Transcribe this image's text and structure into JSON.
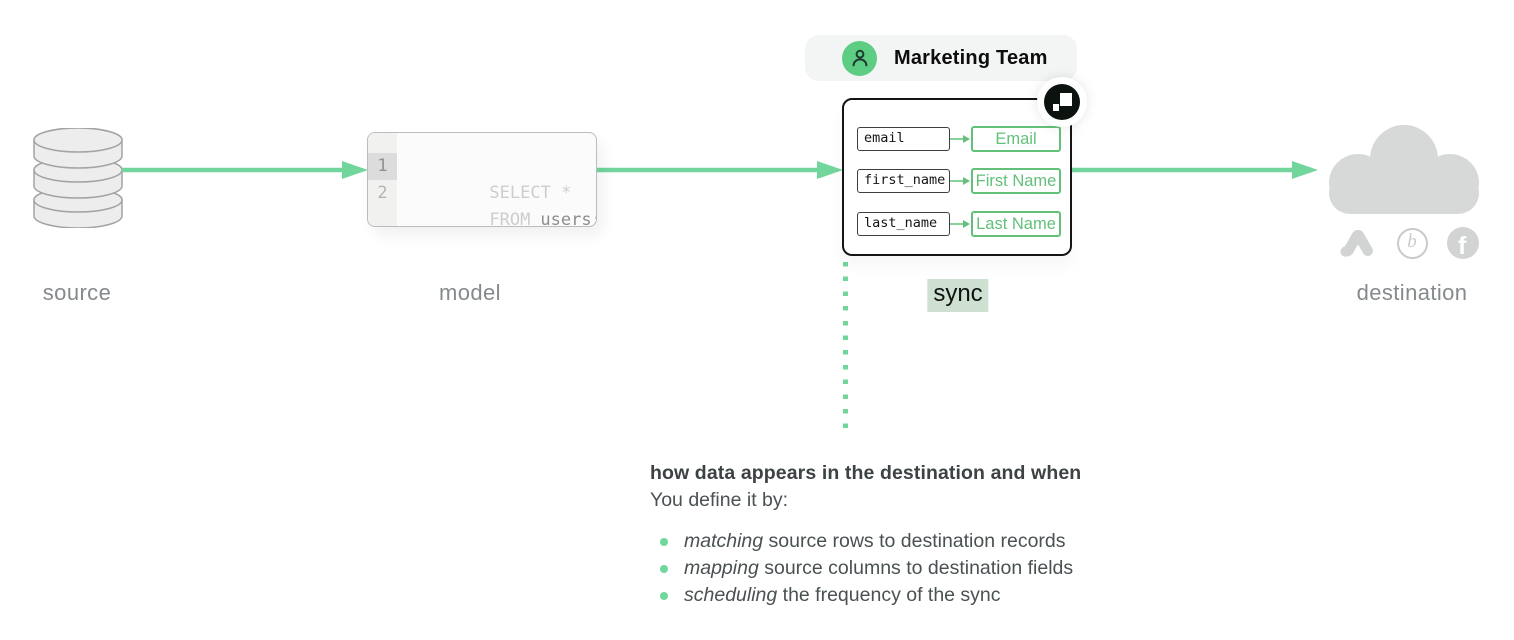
{
  "labels": {
    "source": "source",
    "model": "model",
    "sync": "sync",
    "destination": "destination"
  },
  "model_editor": {
    "lines": [
      {
        "number": "1",
        "code": "SELECT *"
      },
      {
        "number": "2",
        "keyword": "FROM",
        "code": "users;"
      }
    ]
  },
  "team_badge": {
    "label": "Marketing Team"
  },
  "sync_card": {
    "mappings": [
      {
        "source_field": "email",
        "destination_field": "Email"
      },
      {
        "source_field": "first_name",
        "destination_field": "First Name"
      },
      {
        "source_field": "last_name",
        "destination_field": "Last Name"
      }
    ]
  },
  "destination_icons": {
    "braze_glyph": "b",
    "facebook_glyph": "f"
  },
  "description": {
    "heading": "how data appears in the destination and when",
    "intro": "You define it by:",
    "bullets": [
      {
        "term": "matching",
        "rest": " source rows to destination records"
      },
      {
        "term": "mapping",
        "rest": " source columns to destination fields"
      },
      {
        "term": "scheduling",
        "rest": " the frequency of the sync"
      }
    ]
  },
  "colors": {
    "arrow_green": "#72d69c",
    "mapping_green": "#63c07a",
    "avatar_green": "#5ecd84",
    "sync_highlight": "#cde0d1",
    "neutral_gray": "#d7d9d9"
  }
}
